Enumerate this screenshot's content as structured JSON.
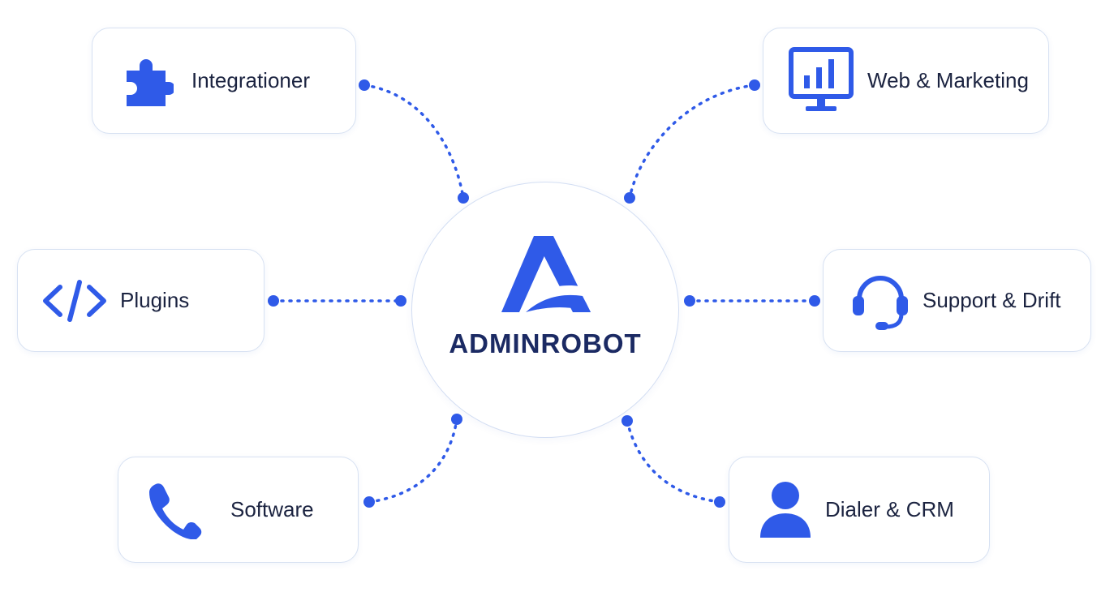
{
  "hub": {
    "name": "ADMINROBOT",
    "logo_icon": "adminrobot-a-logo"
  },
  "nodes": {
    "integrationer": {
      "label": "Integrationer",
      "icon": "puzzle-icon"
    },
    "web_marketing": {
      "label": "Web & Marketing",
      "icon": "monitor-chart-icon"
    },
    "plugins": {
      "label": "Plugins",
      "icon": "code-icon"
    },
    "support_drift": {
      "label": "Support & Drift",
      "icon": "headset-icon"
    },
    "software": {
      "label": "Software",
      "icon": "phone-icon"
    },
    "dialer_crm": {
      "label": "Dialer & CRM",
      "icon": "user-icon"
    }
  },
  "colors": {
    "accent": "#2f5ae8",
    "text": "#1b2340",
    "hub_text": "#1b2a63",
    "border": "#d7e1f2"
  }
}
